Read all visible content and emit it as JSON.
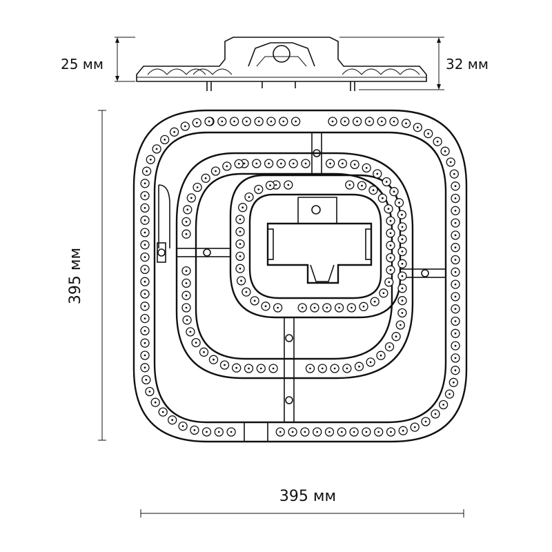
{
  "dimensions": {
    "side_left_height": "25 мм",
    "side_right_height": "32 мм",
    "front_height": "395 мм",
    "front_width": "395 мм"
  },
  "colors": {
    "stroke": "#111111",
    "background": "#ffffff"
  }
}
